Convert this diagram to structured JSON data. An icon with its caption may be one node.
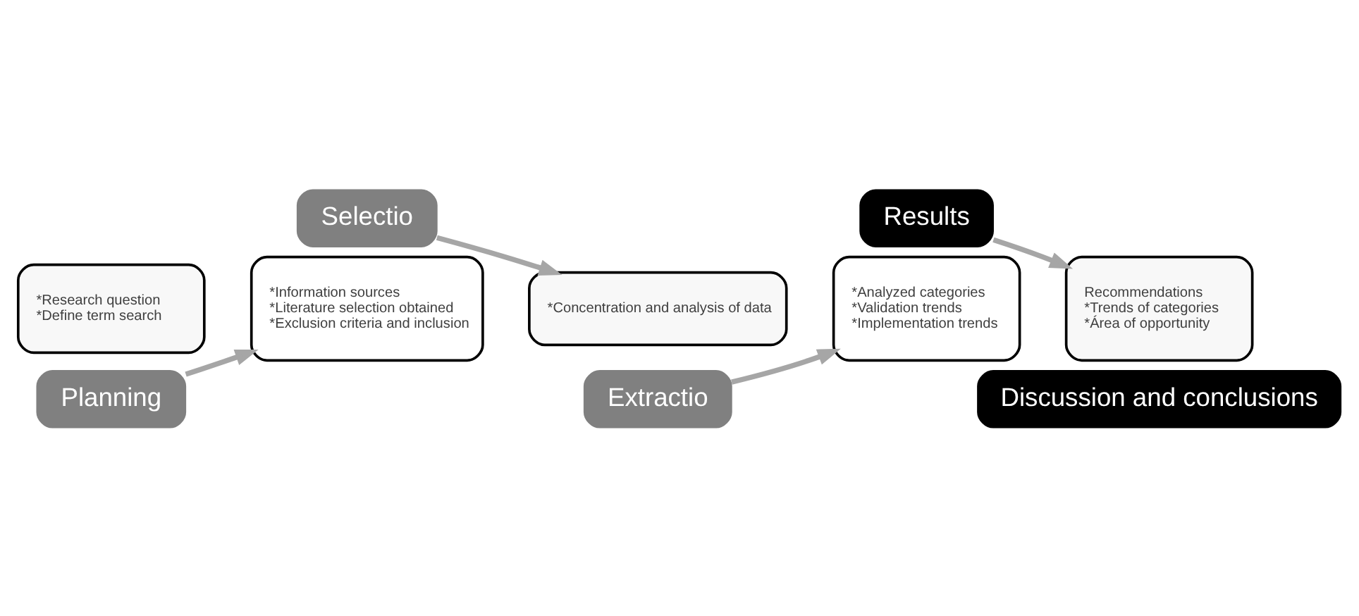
{
  "diagram": {
    "nodes": [
      {
        "text": [
          "*Research question",
          "*Define term search"
        ]
      },
      {
        "text": [
          "Planning"
        ]
      },
      {
        "text": [
          "*Information sources",
          "*Literature selection obtained",
          "*Exclusion criteria and inclusion"
        ]
      },
      {
        "text": [
          "Selectio"
        ]
      },
      {
        "text": [
          "*Concentration and analysis of data"
        ]
      },
      {
        "text": [
          "Extractio"
        ]
      },
      {
        "text": [
          "*Analyzed categories",
          "*Validation trends",
          "*Implementation trends"
        ]
      },
      {
        "text": [
          "Results"
        ]
      },
      {
        "text": [
          "Recommendations",
          "*Trends of categories",
          "*Área of opportunity"
        ]
      },
      {
        "text": [
          "Discussion and conclusions"
        ]
      }
    ],
    "edges": [
      {
        "from": 1,
        "to": 2,
        "arrow": "to"
      },
      {
        "from": 3,
        "to": 4,
        "arrow": "to"
      },
      {
        "from": 5,
        "to": 6,
        "arrow": "to"
      },
      {
        "from": 7,
        "to": 8,
        "arrow": "to"
      }
    ]
  }
}
